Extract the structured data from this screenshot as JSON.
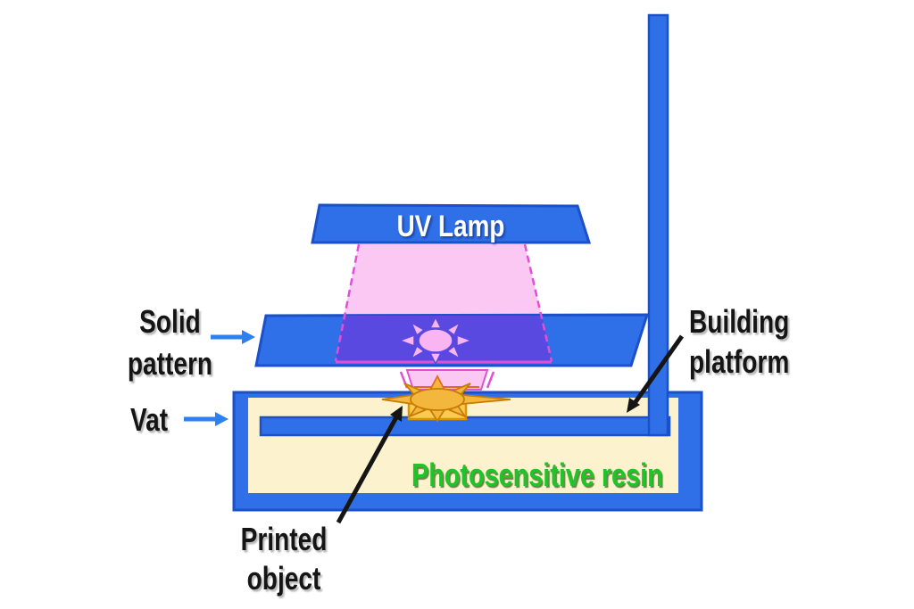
{
  "figure": {
    "uv_lamp_label": "UV Lamp",
    "solid_pattern_label_line1": "Solid",
    "solid_pattern_label_line2": "pattern",
    "vat_label": "Vat",
    "building_platform_label_line1": "Building",
    "building_platform_label_line2": "platform",
    "printed_object_label_line1": "Printed",
    "printed_object_label_line2": "object",
    "resin_label": "Photosensitive resin"
  },
  "colors": {
    "blue_fill": "#2f70e8",
    "blue_stroke": "#1b50c8",
    "cone_pink": "#fac8f3",
    "magenta": "#e24fd4",
    "purple_overlap": "#5a49e0",
    "sun_pink": "#f9b5f2",
    "cream_resin": "#fcf2cd",
    "block_orange": "#fbca52",
    "block_orange_stroke": "#dd9204",
    "sun_orange": "#f4b73e",
    "sun_orange_stroke": "#c87c04",
    "cure_line_orange": "#e06a20",
    "green_text": "#1fc428",
    "white_text": "#ffffff",
    "black_arrow": "#151515",
    "blue_arrow": "#2e7ff0"
  }
}
